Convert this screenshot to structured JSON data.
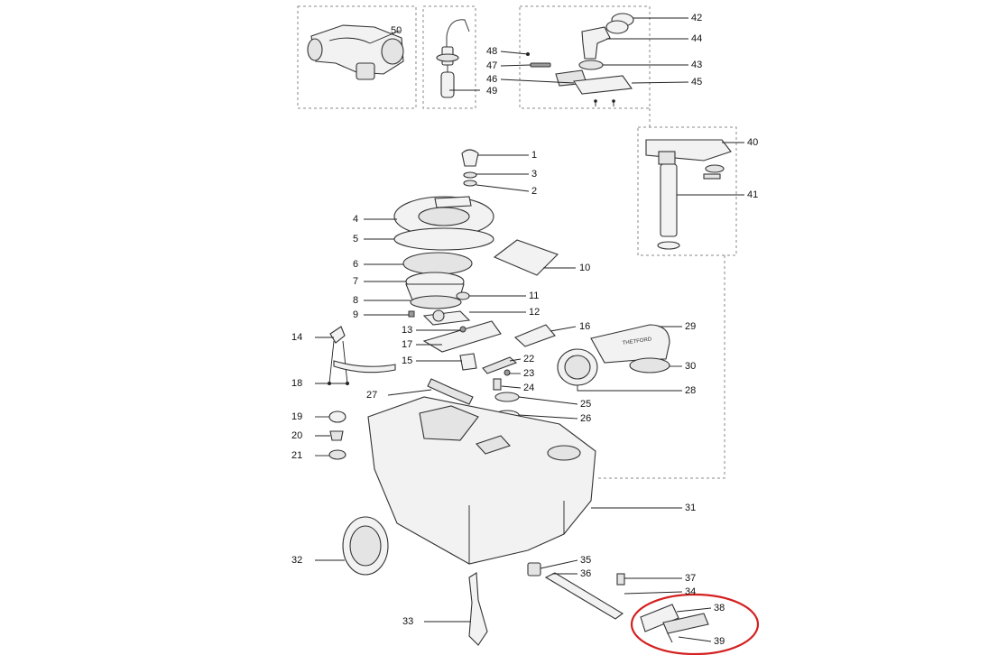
{
  "diagram": {
    "labels": {
      "p1": "1",
      "p2": "2",
      "p3": "3",
      "p4": "4",
      "p5": "5",
      "p6": "6",
      "p7": "7",
      "p8": "8",
      "p9": "9",
      "p10": "10",
      "p11": "11",
      "p12": "12",
      "p13": "13",
      "p14": "14",
      "p15": "15",
      "p16": "16",
      "p17": "17",
      "p18": "18",
      "p19": "19",
      "p20": "20",
      "p21": "21",
      "p22": "22",
      "p23": "23",
      "p24": "24",
      "p25": "25",
      "p26": "26",
      "p27": "27",
      "p28": "28",
      "p29": "29",
      "p30": "30",
      "p31": "31",
      "p32": "32",
      "p33": "33",
      "p34": "34",
      "p35": "35",
      "p36": "36",
      "p37": "37",
      "p38": "38",
      "p39": "39",
      "p40": "40",
      "p41": "41",
      "p42": "42",
      "p43": "43",
      "p44": "44",
      "p45": "45",
      "p46": "46",
      "p47": "47",
      "p48": "48",
      "p49": "49",
      "p50": "50"
    },
    "printed_text": {
      "tube_marking": "THETFORD"
    },
    "highlight_color": "#d42020"
  }
}
